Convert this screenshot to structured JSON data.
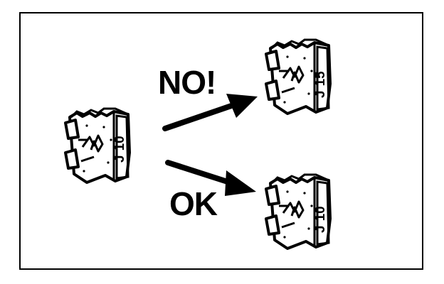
{
  "labels": {
    "no": "NO!",
    "ok": "OK"
  },
  "fuses": {
    "source": {
      "rating": "10",
      "mark": "J"
    },
    "wrong": {
      "rating": "15",
      "mark": "J"
    },
    "correct": {
      "rating": "10",
      "mark": "J"
    }
  },
  "colors": {
    "ink": "#000000",
    "paper": "#ffffff"
  },
  "icons": {
    "fuse": "blade-fuse-icon",
    "arrow": "arrow-right-icon"
  }
}
